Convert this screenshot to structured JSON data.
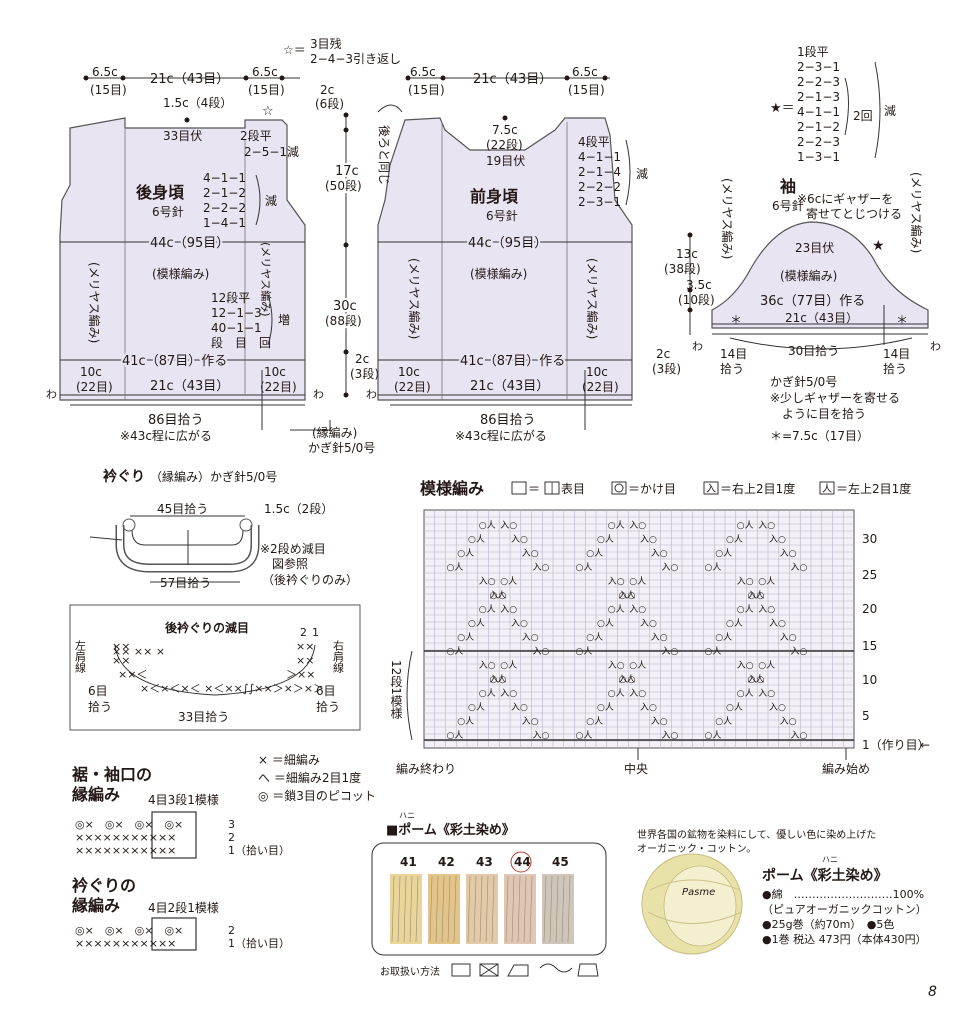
{
  "page_number": "8",
  "back_body": {
    "title": "後身頃",
    "needle": "6号針",
    "shoulder_left": "6.5c",
    "shoulder_left_rows": "(15目)",
    "neck_width": "21c（43目）",
    "shoulder_right": "6.5c",
    "shoulder_right_rows": "(15目)",
    "neck_depth": "1.5c（4段）",
    "neck_bind": "33目伏",
    "shape_note_title": "☆＝",
    "shape_note_1": "3目残",
    "shape_note_2": "2−4−3引き返し",
    "neck_dec": [
      "2段平",
      "2−5−1減"
    ],
    "armhole_dec": [
      "4−1−1",
      "2−1−2",
      "2−2−2",
      "1−4−1"
    ],
    "armhole_dec_label": "減",
    "width": "44c（95目）",
    "side_stitch": "(メリヤス編み)",
    "center_stitch": "(模様編み)",
    "side_stitch_right": "(メリヤス編み)",
    "inc": [
      "12段平",
      "12−1−3",
      "40−1−1",
      "段　目　回"
    ],
    "inc_label": "増",
    "cast_on": "41c（87目）作る",
    "hem_side_left": "10c",
    "hem_side_left_st": "(22目)",
    "hem_center": "21c（43目）",
    "hem_side_right": "10c",
    "hem_side_right_st": "(22目)",
    "pickup": "86目拾う",
    "pickup_note": "※43c程に広がる",
    "wa": "わ"
  },
  "vertical_measure": {
    "top": "2c",
    "top_rows": "(6段)",
    "armhole": "17c",
    "armhole_rows": "(50段)",
    "body": "30c",
    "body_rows": "(88段)",
    "hem": "2c",
    "hem_rows": "(3段)",
    "edge_label": "(縁編み)",
    "hook": "かぎ針5/0号"
  },
  "front_body": {
    "title": "前身頃",
    "needle": "6号針",
    "same_as_back": "後ろと同じ",
    "shoulder_left": "6.5c",
    "shoulder_left_rows": "(15目)",
    "neck_width": "21c（43目）",
    "shoulder_right": "6.5c",
    "shoulder_right_rows": "(15目)",
    "neck_depth": "7.5c",
    "neck_depth_rows": "(22段)",
    "neck_bind": "19目伏",
    "neck_dec": [
      "4段平",
      "4−1−1",
      "2−1−4",
      "2−2−2",
      "2−3−1"
    ],
    "neck_dec_label": "減",
    "width": "44c（95目）",
    "side_stitch": "(メリヤス編み)",
    "center_stitch": "(模様編み)",
    "side_stitch_right": "(メリヤス編み)",
    "cast_on": "41c（87目）作る",
    "hem_side_left": "10c",
    "hem_side_left_st": "(22目)",
    "hem_center": "21c（43目）",
    "hem_side_right": "10c",
    "hem_side_right_st": "(22目)",
    "pickup": "86目拾う",
    "pickup_note": "※43c程に広がる"
  },
  "star_note": {
    "label": "★＝",
    "rows": [
      "1段平",
      "2−3−1",
      "2−2−3",
      "2−1−3",
      "4−1−1",
      "2−1−2",
      "2−2−3",
      "1−3−1"
    ],
    "times": "2回",
    "dec": "減"
  },
  "sleeve": {
    "title": "袖",
    "needle": "6号針",
    "gather_note_1": "※6cにギャザーを",
    "gather_note_2": "寄せてとじつける",
    "top_bind": "23目伏",
    "center_stitch": "(模様編み)",
    "side_left": "(メリヤス編み)",
    "side_right": "(メリヤス編み)",
    "cap_height": "13c",
    "cap_rows": "(38段)",
    "body_height": "3.5c",
    "body_rows": "(10段)",
    "cast_on": "36c（77目）作る",
    "center_width": "21c（43目）",
    "asterisk": "＊",
    "hem": "2c",
    "hem_rows": "(3段)",
    "pickup_total": "30目拾う",
    "pickup_left": "14目",
    "pickup_left_2": "拾う",
    "pickup_right": "14目",
    "pickup_right_2": "拾う",
    "hook": "かぎ針5/0号",
    "gather_pickup_1": "※少しギャザーを寄せる",
    "gather_pickup_2": "ように目を拾う",
    "asterisk_note": "＊=7.5c（17目）"
  },
  "neckline": {
    "title": "衿ぐり",
    "title_sub": "（縁編み）かぎ針5/0号",
    "back_pickup": "45目拾う",
    "width": "1.5c（2段）",
    "front_pickup": "57目拾う",
    "note_1": "※2段め減目",
    "note_2": "図参照",
    "note_3": "（後衿ぐりのみ）"
  },
  "back_neck_detail": {
    "title": "後衿ぐりの減目",
    "left_shoulder": "左肩線",
    "right_shoulder": "右肩線",
    "left_pickup": "6目",
    "left_pickup_2": "拾う",
    "right_pickup": "6目",
    "right_pickup_2": "拾う",
    "center_pickup": "33目拾う",
    "row_2": "2",
    "row_1": "1"
  },
  "legend_crochet": {
    "x": "× ＝細編み",
    "dec": "へ ＝細編み2目1度",
    "picot": "◎ ＝鎖3目のピコット"
  },
  "hem_edge": {
    "title_1": "裾・袖口の",
    "title_2": "縁編み",
    "repeat": "4目3段1模様",
    "row3": "3",
    "row2": "2",
    "row1": "1（拾い目）"
  },
  "neck_edge": {
    "title_1": "衿ぐりの",
    "title_2": "縁編み",
    "repeat": "4目2段1模様",
    "row2": "2",
    "row1": "1（拾い目）"
  },
  "pattern_chart": {
    "title": "模様編み",
    "legend_knit": "＝",
    "legend_knit_label": "表目",
    "legend_yo": "＝かけ目",
    "legend_right_dec": "＝右上2目1度",
    "legend_left_dec": "＝左上2目1度",
    "row_labels": [
      "30",
      "25",
      "20",
      "15",
      "10",
      "5"
    ],
    "first_row": "1（作り目）",
    "repeat_side": "12段1模様",
    "bind_off": "編み終わり",
    "center": "中央",
    "start": "編み始め"
  },
  "yarn_card": {
    "title": "■ポーム《彩土染め》",
    "ruby": "ハニ",
    "colors": [
      {
        "num": "41",
        "hex": "#e9d49a"
      },
      {
        "num": "42",
        "hex": "#e3c48a"
      },
      {
        "num": "43",
        "hex": "#e2c9a7"
      },
      {
        "num": "44",
        "hex": "#e0c6b4"
      },
      {
        "num": "45",
        "hex": "#cfc6bb"
      }
    ],
    "selected": "44",
    "care": "お取扱い方法"
  },
  "product": {
    "desc_1": "世界各国の鉱物を染料にして、優しい色に染め上げた",
    "desc_2": "オーガニック・コットン。",
    "name": "ポーム《彩土染め》",
    "ruby": "ハニ",
    "spec_1": "●綿　………………………100%",
    "spec_2": "（ピュアオーガニックコットン）",
    "spec_3": "●25g巻（約70m）　●5色",
    "spec_4": "●1巻 税込 473円（本体430円）",
    "ball_brand": "Pasme"
  }
}
